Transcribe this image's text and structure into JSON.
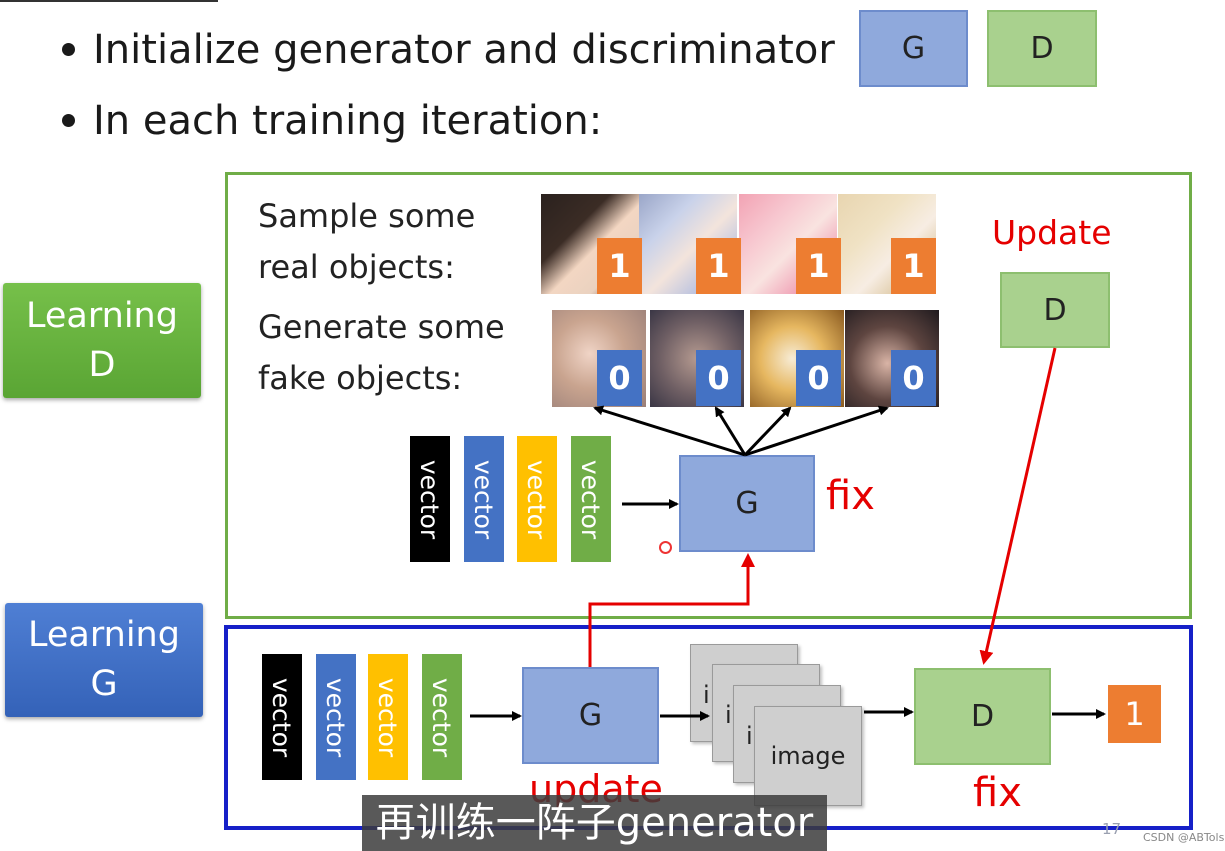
{
  "slide": {
    "bullet1": "Initialize generator and discriminator",
    "bullet2": "In each training iteration:",
    "legend_g": "G",
    "legend_d": "D"
  },
  "learning_d": {
    "line1": "Learning",
    "line2": "D"
  },
  "learning_g": {
    "line1": "Learning",
    "line2": "G"
  },
  "panel_d": {
    "real_line1": "Sample some",
    "real_line2": "real objects:",
    "fake_line1": "Generate some",
    "fake_line2": "fake objects:",
    "real_tags": [
      "1",
      "1",
      "1",
      "1"
    ],
    "fake_tags": [
      "0",
      "0",
      "0",
      "0"
    ],
    "vectors": [
      "vector",
      "vector",
      "vector",
      "vector"
    ],
    "generator": "G",
    "generator_note": "fix",
    "update_label": "Update",
    "discriminator": "D"
  },
  "panel_g": {
    "vectors": [
      "vector",
      "vector",
      "vector",
      "vector"
    ],
    "generator": "G",
    "generator_note": "update",
    "images": [
      "i",
      "i",
      "i",
      "image"
    ],
    "discriminator": "D",
    "discriminator_note": "fix",
    "output": "1"
  },
  "colors": {
    "vector_black": "#000000",
    "vector_blue": "#4472c4",
    "vector_yellow": "#ffc000",
    "vector_green": "#70ad47",
    "arrow_red": "#e50000"
  },
  "subtitle": "再训练一阵子generator",
  "page_number": "17",
  "credit": "CSDN @ABTols"
}
